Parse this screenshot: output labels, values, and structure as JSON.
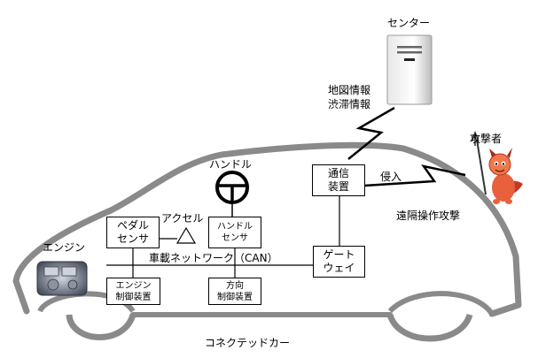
{
  "diagram": {
    "caption": "コネクテッドカー",
    "server_label": "センター",
    "attacker_label": "攻撃者",
    "link_center": [
      "地図情報",
      "渋滞情報"
    ],
    "link_intrusion": "侵入",
    "link_remote": "遠隔操作攻撃",
    "steering_label": "ハンドル",
    "accel_label": "アクセル",
    "engine_label": "エンジン",
    "bus_label": "車載ネットワーク（CAN）",
    "boxes": {
      "comm": [
        "通信",
        "装置"
      ],
      "gateway": [
        "ゲート",
        "ウェイ"
      ],
      "pedal": [
        "ペダル",
        "センサ"
      ],
      "handle_sensor": [
        "ハンドル",
        "センサ"
      ],
      "engine_ecu": [
        "エンジン",
        "制御装置"
      ],
      "steer_ecu": [
        "方向",
        "制御装置"
      ]
    }
  }
}
